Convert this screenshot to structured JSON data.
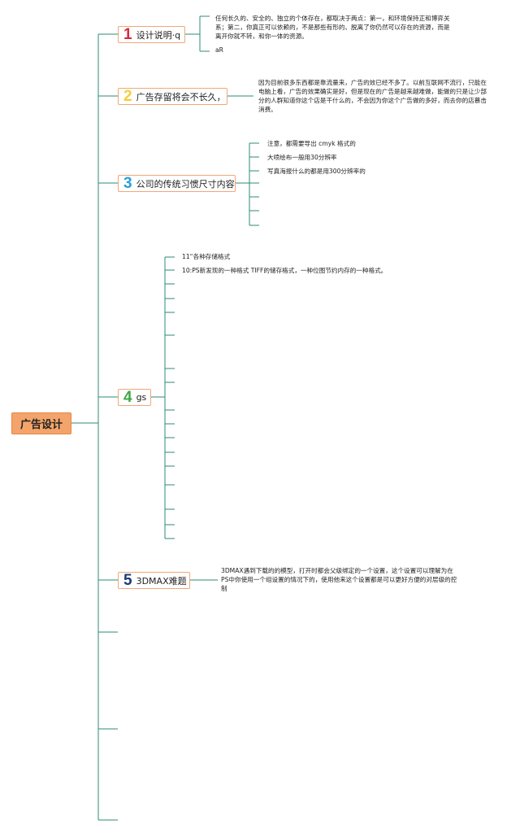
{
  "root": {
    "label": "广告设计"
  },
  "branches": [
    {
      "number": "1",
      "label": "设计说明·q",
      "notes": [
        "任何长久的、安全的、独立的个体存在，都取决于两点：第一，和环境保持正和博弈关系；第二，你真正可以依赖的，不是那些有形的、脱离了你仍然可以存在的资源，而是离开你就不转，和你一体的资源。",
        "aR"
      ]
    },
    {
      "number": "2",
      "label": "广告存留将会不长久，",
      "notes": [
        "因为目前很多东西都是靠流量来，广告的效已经不多了。以前互联网不流行，只能在电脑上看，广告的效果确实是好，但是现在的广告是越来越难做，能做的只是让少部分的人群知道你这个店是干什么的，不会因为你这个广告做的多好，而去你的店慕击消费。"
      ]
    },
    {
      "number": "3",
      "label": "公司的传统习惯尺寸内容",
      "notes": [
        "注意，都需要导出 cmyk 格式的",
        "大喷绘布一般用30分辨率",
        "写真海报什么的都是用300分辨率的"
      ]
    },
    {
      "number": "4",
      "label": "gs",
      "notes": [
        "11“各种存储格式",
        "10:PS新发现的一种格式 TIFF的储存格式，一种位图节约内存的一种格式。"
      ]
    },
    {
      "number": "5",
      "label": "3DMAX难题",
      "notes": [
        "3DMAX遇到下载的的模型，打开时都会父级绑定的一个设置，这个设置可以理解为在PS中你使用一个组设置的情况下的，使用他来这个设置都是可以更好方便的对层级的控制"
      ]
    }
  ],
  "colors": {
    "line": "#2e8b74",
    "root_fill": "#f4a46a",
    "node_border": "#f0a877"
  }
}
